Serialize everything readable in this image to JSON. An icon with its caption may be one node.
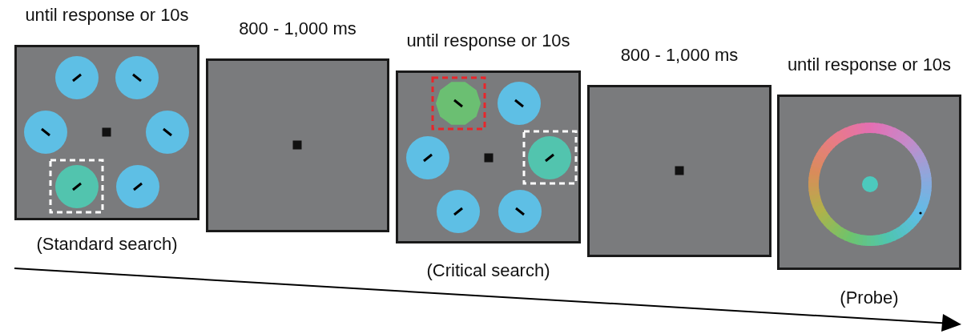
{
  "diagram": {
    "nodes": [
      {
        "text": [
          "until response or 10s"
        ],
        "beside": [
          "(Standard search)"
        ]
      },
      {
        "text": [
          "800 - 1,000 ms"
        ]
      },
      {
        "text": [
          "until response or 10s"
        ],
        "beside": [
          "(Critical search)"
        ]
      },
      {
        "text": [
          "800 - 1,000 ms"
        ]
      },
      {
        "text": [
          "until response or 10s"
        ],
        "beside": [
          "(Probe)"
        ]
      }
    ]
  }
}
